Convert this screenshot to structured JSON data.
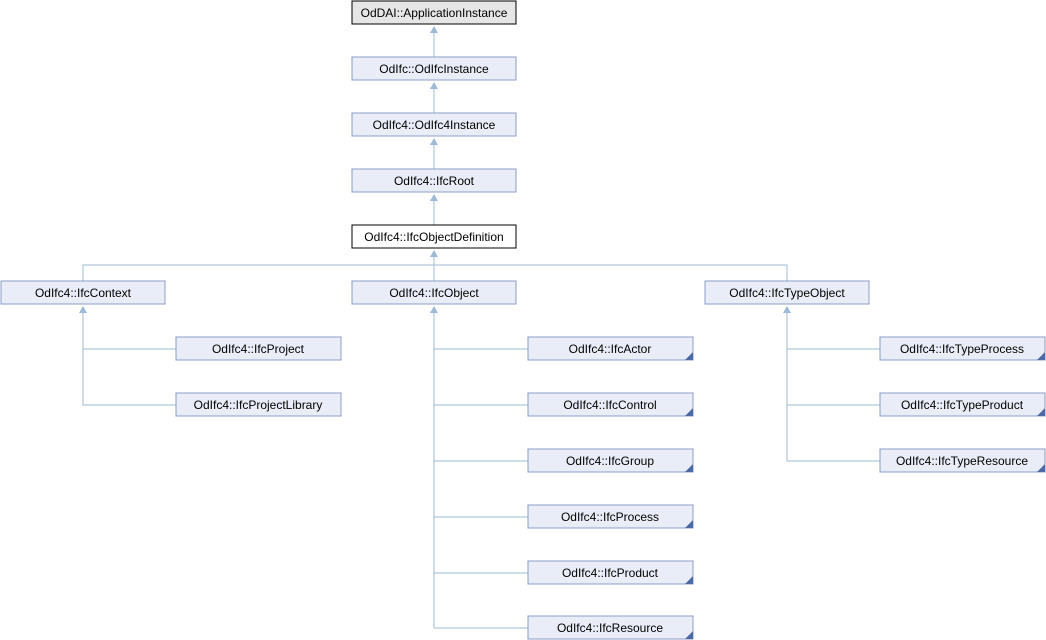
{
  "colors": {
    "node_fill": "#e8edf7",
    "node_border": "#8e9dc3",
    "highlight_fill": "#ffffff",
    "highlight_border": "#000000",
    "highlight_top_fill": "#e6e6e6",
    "edge": "#9fb8d6",
    "text": "#000000"
  },
  "nodes": {
    "application_instance": "OdDAI::ApplicationInstance",
    "odifc_instance": "OdIfc::OdIfcInstance",
    "odifc4_instance": "OdIfc4::OdIfc4Instance",
    "ifc_root": "OdIfc4::IfcRoot",
    "ifc_object_definition": "OdIfc4::IfcObjectDefinition",
    "ifc_context": "OdIfc4::IfcContext",
    "ifc_object": "OdIfc4::IfcObject",
    "ifc_type_object": "OdIfc4::IfcTypeObject",
    "ifc_project": "OdIfc4::IfcProject",
    "ifc_project_library": "OdIfc4::IfcProjectLibrary",
    "ifc_actor": "OdIfc4::IfcActor",
    "ifc_control": "OdIfc4::IfcControl",
    "ifc_group": "OdIfc4::IfcGroup",
    "ifc_process": "OdIfc4::IfcProcess",
    "ifc_product": "OdIfc4::IfcProduct",
    "ifc_resource": "OdIfc4::IfcResource",
    "ifc_type_process": "OdIfc4::IfcTypeProcess",
    "ifc_type_product": "OdIfc4::IfcTypeProduct",
    "ifc_type_resource": "OdIfc4::IfcTypeResource"
  },
  "inheritance": [
    {
      "child": "odifc_instance",
      "parent": "application_instance"
    },
    {
      "child": "odifc4_instance",
      "parent": "odifc_instance"
    },
    {
      "child": "ifc_root",
      "parent": "odifc4_instance"
    },
    {
      "child": "ifc_object_definition",
      "parent": "ifc_root"
    },
    {
      "child": "ifc_context",
      "parent": "ifc_object_definition"
    },
    {
      "child": "ifc_object",
      "parent": "ifc_object_definition"
    },
    {
      "child": "ifc_type_object",
      "parent": "ifc_object_definition"
    },
    {
      "child": "ifc_project",
      "parent": "ifc_context"
    },
    {
      "child": "ifc_project_library",
      "parent": "ifc_context"
    },
    {
      "child": "ifc_actor",
      "parent": "ifc_object"
    },
    {
      "child": "ifc_control",
      "parent": "ifc_object"
    },
    {
      "child": "ifc_group",
      "parent": "ifc_object"
    },
    {
      "child": "ifc_process",
      "parent": "ifc_object"
    },
    {
      "child": "ifc_product",
      "parent": "ifc_object"
    },
    {
      "child": "ifc_resource",
      "parent": "ifc_object"
    },
    {
      "child": "ifc_type_process",
      "parent": "ifc_type_object"
    },
    {
      "child": "ifc_type_product",
      "parent": "ifc_type_object"
    },
    {
      "child": "ifc_type_resource",
      "parent": "ifc_type_object"
    }
  ]
}
